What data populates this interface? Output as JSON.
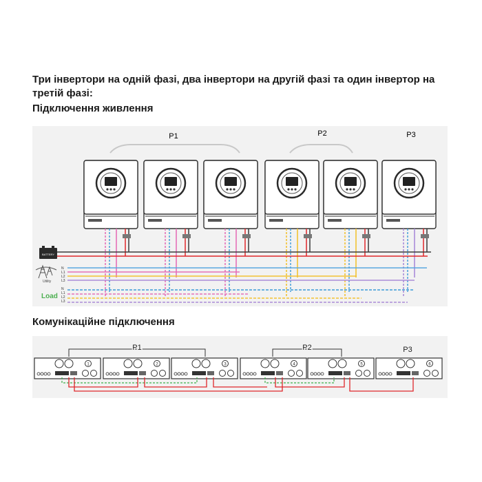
{
  "headings": {
    "main": "Три інвертори на одній фазі, два інвертори на другій фазі та один інвертор на третій фазі:",
    "power": "Підключення живлення",
    "comm": "Комунікаційне підключення"
  },
  "groups": {
    "p1": "P1",
    "p2": "P2",
    "p3": "P3"
  },
  "sources": {
    "battery": "BATTERY",
    "utility": "Utility",
    "load": "Load"
  },
  "phase_labels": {
    "n": "N",
    "l1": "L1",
    "l2": "L2",
    "l3": "L3"
  },
  "inverter_numbers": [
    "1",
    "2",
    "3",
    "4",
    "5",
    "6"
  ],
  "wire_colors": {
    "battery_pos": "#e0262b",
    "battery_neg": "#3a3a3a",
    "n": "#5aa7e0",
    "l1": "#e56fb8",
    "l2": "#f2c232",
    "l3": "#a98bd8",
    "load": "#3b9ad8",
    "comm_green": "#3cae4a",
    "comm_red": "#e0262b",
    "load_label": "#4caf50"
  }
}
